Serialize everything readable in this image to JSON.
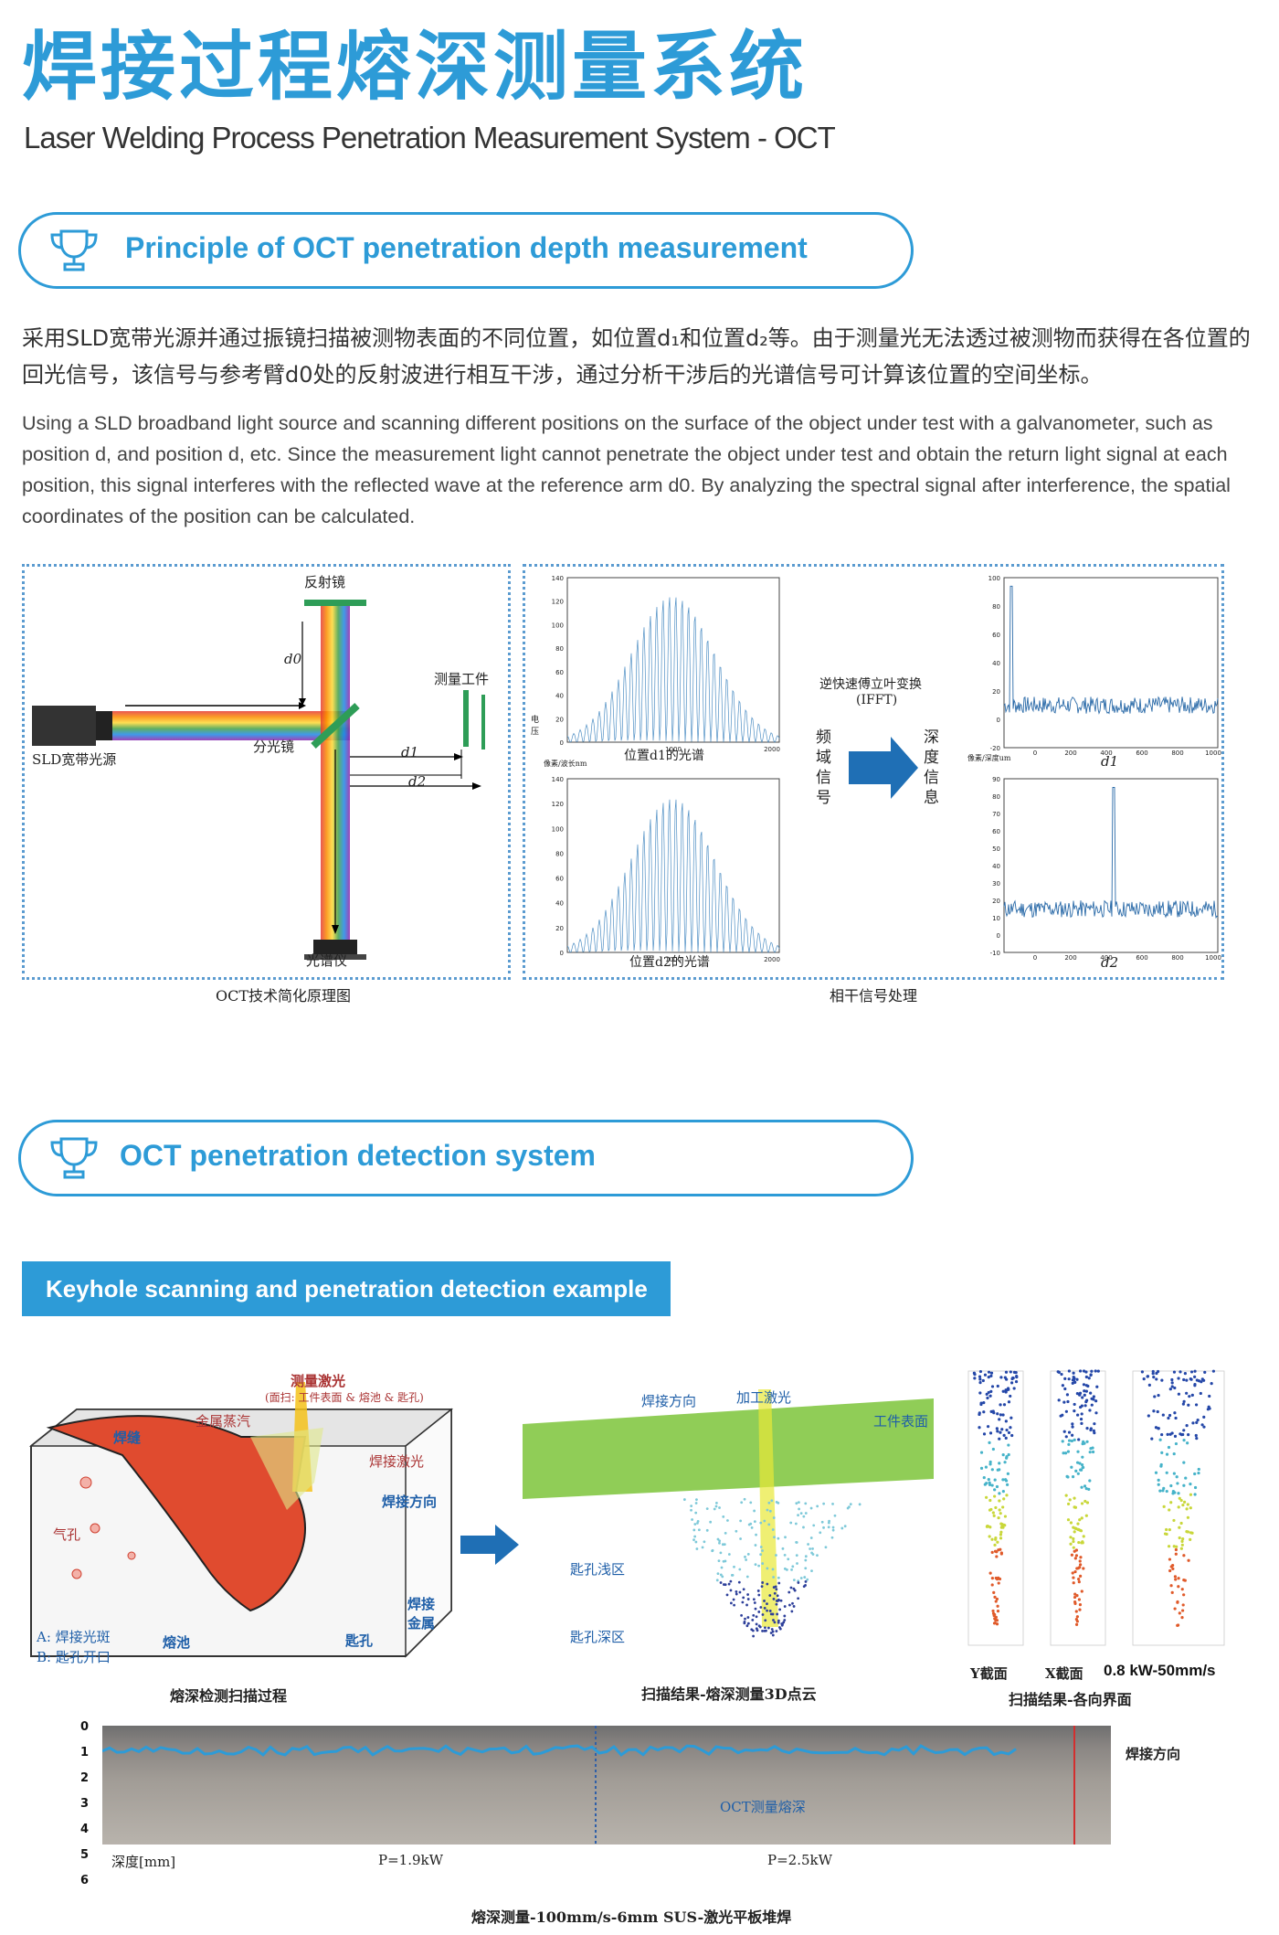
{
  "header": {
    "title_zh": "焊接过程熔深测量系统",
    "title_en": "Laser Welding Process Penetration Measurement System - OCT"
  },
  "section1": {
    "title": "Principle of OCT penetration depth measurement",
    "icon": "trophy-icon",
    "para_zh": "采用SLD宽带光源并通过振镜扫描被测物表面的不同位置，如位置d₁和位置d₂等。由于测量光无法透过被测物而获得在各位置的回光信号，该信号与参考臂d0处的反射波进行相互干涉，通过分析干涉后的光谱信号可计算该位置的空间坐标。",
    "para_en": "Using a SLD broadband light source and scanning different positions on the surface of the object under test with a galvanometer, such as position d, and position d, etc. Since the measurement light cannot penetrate the object under test and obtain the return light signal at each position, this signal interferes with the reflected wave at the reference arm d0. By analyzing the spectral signal after interference, the spatial coordinates of the position can be calculated."
  },
  "oct_diagram": {
    "mirror": "反射镜",
    "d0": "d0",
    "workpiece": "测量工件",
    "source": "SLD宽带光源",
    "splitter": "分光镜",
    "d1": "d1",
    "d2": "d2",
    "spectrometer": "光谱仪",
    "caption": "OCT技术简化原理图"
  },
  "signal_panel": {
    "spec1_label": "位置d1的光谱",
    "spec2_label": "位置d2的光谱",
    "ylabel": "电压",
    "xlabel": "像素/波长nm",
    "freq_domain": "频域信号",
    "transform": "逆快速傅立叶变换",
    "transform_abbr": "(IFFT)",
    "depth_info": "深度信息",
    "depth_xlabel": "像素/深度um",
    "depth1": "d1",
    "depth2": "d2",
    "caption": "相干信号处理",
    "spec_yticks": [
      "140",
      "120",
      "100",
      "80",
      "60",
      "40",
      "20",
      "0"
    ],
    "spec_xticks": [
      "1000",
      "2000"
    ],
    "depth1_yticks": [
      "100",
      "80",
      "60",
      "40",
      "20",
      "0",
      "-20"
    ],
    "depth2_yticks": [
      "90",
      "80",
      "70",
      "60",
      "50",
      "40",
      "30",
      "20",
      "10",
      "0",
      "-10"
    ],
    "depth_xticks": [
      "0",
      "200",
      "400",
      "600",
      "800",
      "1000"
    ]
  },
  "section2": {
    "title": "OCT penetration detection system",
    "icon": "trophy-icon",
    "bar": "Keyhole scanning and penetration detection example"
  },
  "example": {
    "measure_laser": "测量激光",
    "scan_note": "(面扫: 工件表面 & 熔池 & 匙孔)",
    "metal_vapor": "金属蒸汽",
    "weld_seam": "焊缝",
    "weld_laser": "焊接激光",
    "weld_dir": "焊接方向",
    "pore": "气孔",
    "weld_metal": "焊接金属",
    "pool": "熔池",
    "keyhole": "匙孔",
    "legend_a": "A: 焊接光斑",
    "legend_b": "B: 匙孔开口",
    "caption1": "熔深检测扫描过程",
    "cloud_weld_dir": "焊接方向",
    "process_laser": "加工激光",
    "work_surface": "工件表面",
    "shallow": "匙孔浅区",
    "deep": "匙孔深区",
    "caption2": "扫描结果-熔深测量3D点云",
    "y_section": "Y截面",
    "x_section": "X截面",
    "power_speed": "0.8 kW-50mm/s",
    "caption3": "扫描结果-各向界面"
  },
  "strip": {
    "depth_ticks": [
      "0",
      "1",
      "2",
      "3",
      "4",
      "5",
      "6"
    ],
    "depth_label": "深度[mm]",
    "p1": "P=1.9kW",
    "p2": "P=2.5kW",
    "oct_label": "OCT测量熔深",
    "weld_dir": "焊接方向",
    "caption": "熔深测量-100mm/s-6mm SUS-激光平板堆焊"
  }
}
